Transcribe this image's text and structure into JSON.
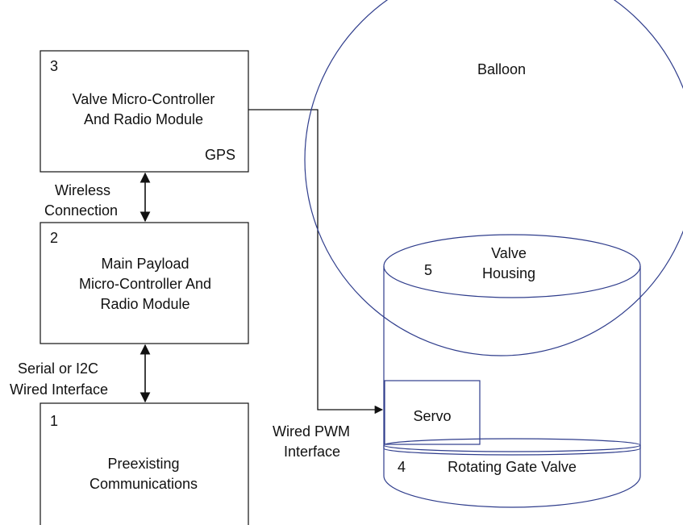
{
  "blocks": {
    "valve_controller": {
      "number": "3",
      "title_line1": "Valve Micro-Controller",
      "title_line2": "And Radio Module",
      "gps": "GPS"
    },
    "main_payload": {
      "number": "2",
      "title_line1": "Main Payload",
      "title_line2": "Micro-Controller And",
      "title_line3": "Radio Module"
    },
    "preexisting": {
      "number": "1",
      "title_line1": "Preexisting",
      "title_line2": "Communications"
    },
    "balloon": {
      "label": "Balloon"
    },
    "valve_housing": {
      "number": "5",
      "title_line1": "Valve",
      "title_line2": "Housing"
    },
    "servo": {
      "label": "Servo"
    },
    "gate_valve": {
      "number": "4",
      "label": "Rotating Gate Valve"
    }
  },
  "connections": {
    "wireless": {
      "line1": "Wireless",
      "line2": "Connection"
    },
    "serial": {
      "line1": "Serial or I2C",
      "line2": "Wired Interface"
    },
    "pwm": {
      "line1": "Wired PWM",
      "line2": "Interface"
    }
  }
}
